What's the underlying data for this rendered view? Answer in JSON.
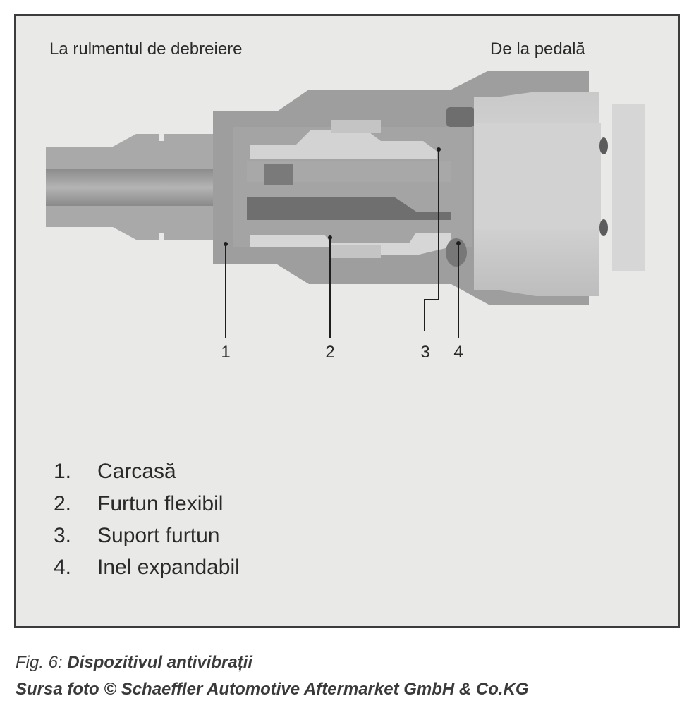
{
  "diagram": {
    "label_left": "La rulmentul de debreiere",
    "label_right": "De la pedală",
    "callouts": [
      "1",
      "2",
      "3",
      "4"
    ]
  },
  "legend": [
    {
      "num": "1.",
      "text": "Carcasă"
    },
    {
      "num": "2.",
      "text": "Furtun flexibil"
    },
    {
      "num": "3.",
      "text": "Suport furtun"
    },
    {
      "num": "4.",
      "text": "Inel expandabil"
    }
  ],
  "caption": {
    "fig_prefix": "Fig. 6:",
    "fig_title": "Dispozitivul antivibrații",
    "source": "Sursa foto © Schaeffler Automotive Aftermarket GmbH & Co.KG"
  }
}
